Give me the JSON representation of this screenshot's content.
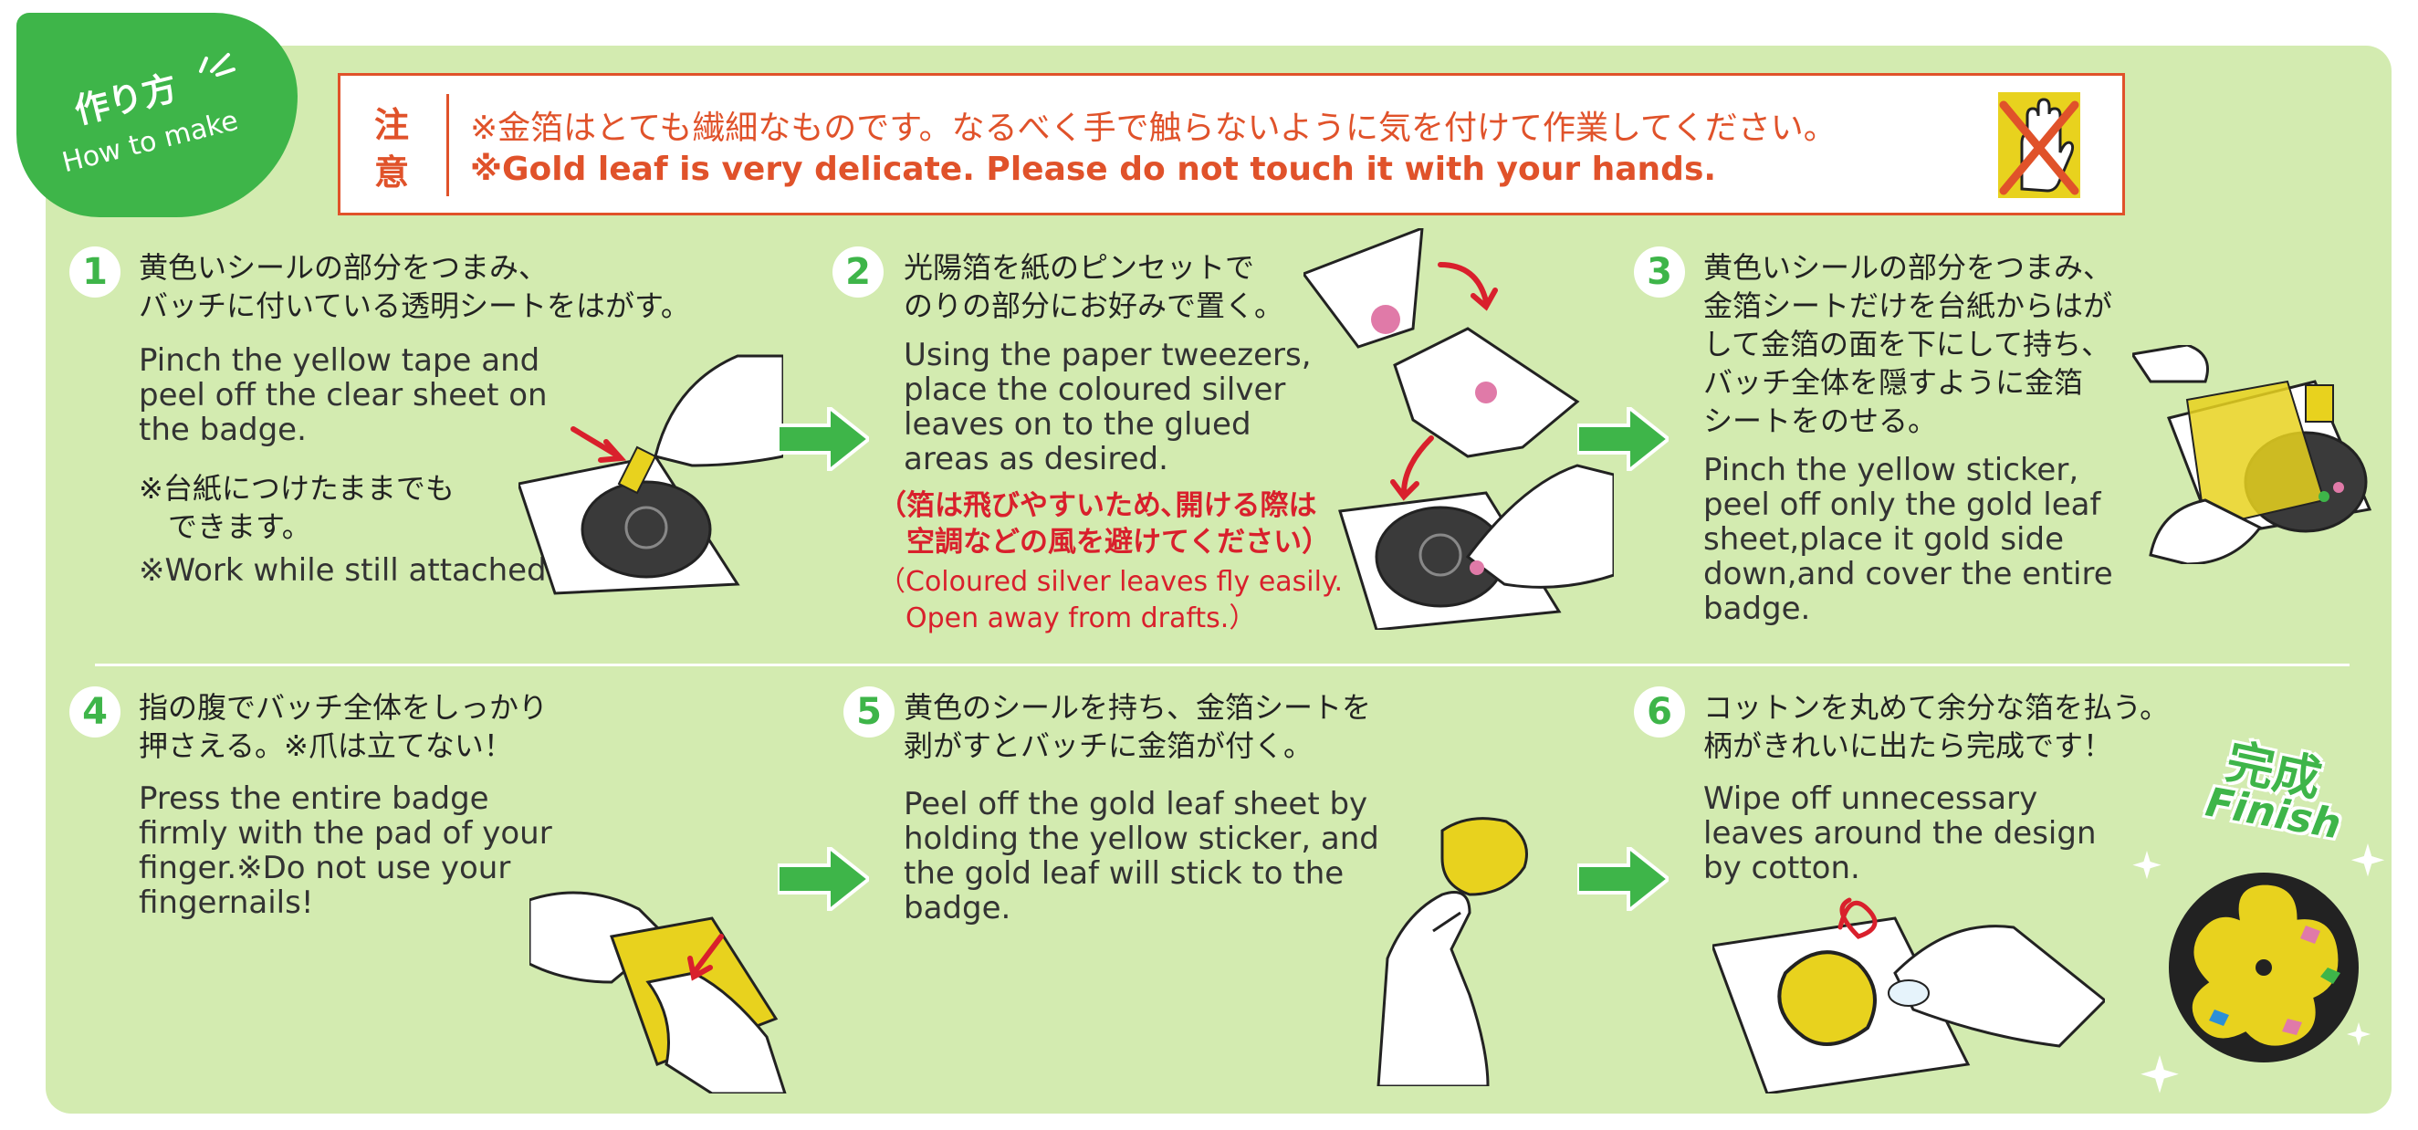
{
  "header": {
    "tab_jp": "作り方",
    "tab_en": "How to make"
  },
  "caution": {
    "label": "注 意",
    "jp": "※金箔はとても繊細なものです。なるべく手で触らないように気を付けて作業してください。",
    "en": "※Gold leaf is very delicate. Please do not touch it with your hands.",
    "icon": "no-touch-hand-icon"
  },
  "steps": [
    {
      "number": "1",
      "jp": "黄色いシールの部分をつまみ、\nバッチに付いている透明シートをはがす。",
      "en": "Pinch the yellow tape and\npeel off the clear sheet on\nthe badge.",
      "note_jp": "※台紙につけたままでも\n　できます。",
      "note_en": "※Work while still attached."
    },
    {
      "number": "2",
      "jp": "光陽箔を紙のピンセットで\nのりの部分にお好みで置く。",
      "en": "Using the paper tweezers,\nplace the coloured silver\nleaves on to the glued\nareas as desired.",
      "warn_jp": "（箔は飛びやすいため､開ける際は\n　空調などの風を避けてください）",
      "warn_en": "（Coloured silver leaves fly easily.\n　Open away from drafts.）"
    },
    {
      "number": "3",
      "jp": "黄色いシールの部分をつまみ、\n金箔シートだけを台紙からはが\nして金箔の面を下にして持ち、\nバッチ全体を隠すように金箔\nシートをのせる。",
      "en": "Pinch the yellow sticker,\npeel off only the gold leaf\nsheet,place it gold side\ndown,and cover the entire\nbadge."
    },
    {
      "number": "4",
      "jp": "指の腹でバッチ全体をしっかり\n押さえる。※爪は立てない！",
      "en": "Press the entire badge\nfirmly with the pad of your\nfinger.※Do not use your\nfingernails!"
    },
    {
      "number": "5",
      "jp": "黄色のシールを持ち、金箔シートを\n剥がすとバッチに金箔が付く。",
      "en": "Peel off the gold leaf sheet by\nholding the yellow sticker, and\nthe gold leaf will stick to the\nbadge."
    },
    {
      "number": "6",
      "jp": "コットンを丸めて余分な箔を払う。\n柄がきれいに出たら完成です！",
      "en": "Wipe off unnecessary\nleaves around the design\nby cotton."
    }
  ],
  "finish": {
    "jp": "完成",
    "en": "Finish"
  },
  "colors": {
    "accent_green": "#3eb549",
    "panel_green": "#d3ebb0",
    "caution_orange": "#e0522a",
    "warning_red": "#d9202c",
    "gold": "#e8d21e"
  }
}
